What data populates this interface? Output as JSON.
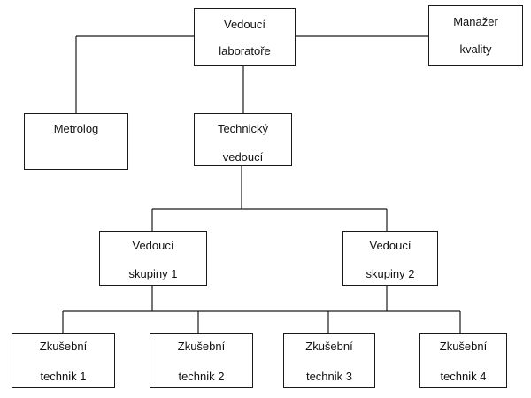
{
  "nodes": {
    "head_of_lab": {
      "line1": "Vedoucí",
      "line2": "laboratoře"
    },
    "quality_manager": {
      "line1": "Manažer",
      "line2": "kvality"
    },
    "metrologist": {
      "line1": "Metrolog"
    },
    "technical_head": {
      "line1": "Technický",
      "line2": "vedoucí"
    },
    "group_head_1": {
      "line1": "Vedoucí",
      "line2": "skupiny 1"
    },
    "group_head_2": {
      "line1": "Vedoucí",
      "line2": "skupiny 2"
    },
    "technician_1": {
      "line1": "Zkušební",
      "line2": "technik 1"
    },
    "technician_2": {
      "line1": "Zkušební",
      "line2": "technik 2"
    },
    "technician_3": {
      "line1": "Zkušební",
      "line2": "technik 3"
    },
    "technician_4": {
      "line1": "Zkušební",
      "line2": "technik 4"
    }
  },
  "edges": [
    [
      "head_of_lab",
      "quality_manager"
    ],
    [
      "head_of_lab",
      "metrologist"
    ],
    [
      "head_of_lab",
      "technical_head"
    ],
    [
      "technical_head",
      "group_head_1"
    ],
    [
      "technical_head",
      "group_head_2"
    ],
    [
      "group_head_1",
      "technician_1"
    ],
    [
      "group_head_1",
      "technician_2"
    ],
    [
      "group_head_2",
      "technician_3"
    ],
    [
      "group_head_2",
      "technician_4"
    ]
  ]
}
